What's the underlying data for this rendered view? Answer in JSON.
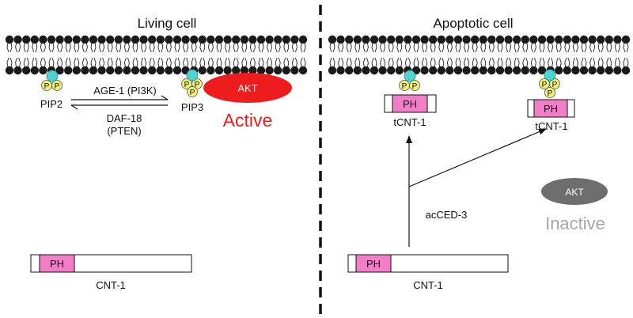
{
  "panels": {
    "living": {
      "title": "Living cell",
      "pip2_label": "PIP2",
      "pip3_label": "PIP3",
      "forward_enzyme": "AGE-1 (PI3K)",
      "reverse_enzyme_line1": "DAF-18",
      "reverse_enzyme_line2": "(PTEN)",
      "akt_label": "AKT",
      "akt_state": "Active",
      "cnt1_domain": "PH",
      "cnt1_label": "CNT-1"
    },
    "apoptotic": {
      "title": "Apoptotic cell",
      "tcnt1_membrane_domain": "PH",
      "tcnt1_membrane_label": "tCNT-1",
      "tcnt1_other_domain": "PH",
      "tcnt1_other_label": "tCNT-1",
      "protease_label": "acCED-3",
      "akt_label": "AKT",
      "akt_state": "Inactive",
      "cnt1_domain": "PH",
      "cnt1_label": "CNT-1"
    }
  },
  "phosphate_letter": "P",
  "colors": {
    "lipid_head": "#1a1a1a",
    "inositol_head": "#4fd3d3",
    "phosphate": "#eef07a",
    "ph_domain": "#f07fc8",
    "akt_active": "#ee1c1c",
    "akt_inactive": "#6e6e6e",
    "active_text": "#ee1c1c",
    "inactive_text": "#a6a6a6"
  }
}
